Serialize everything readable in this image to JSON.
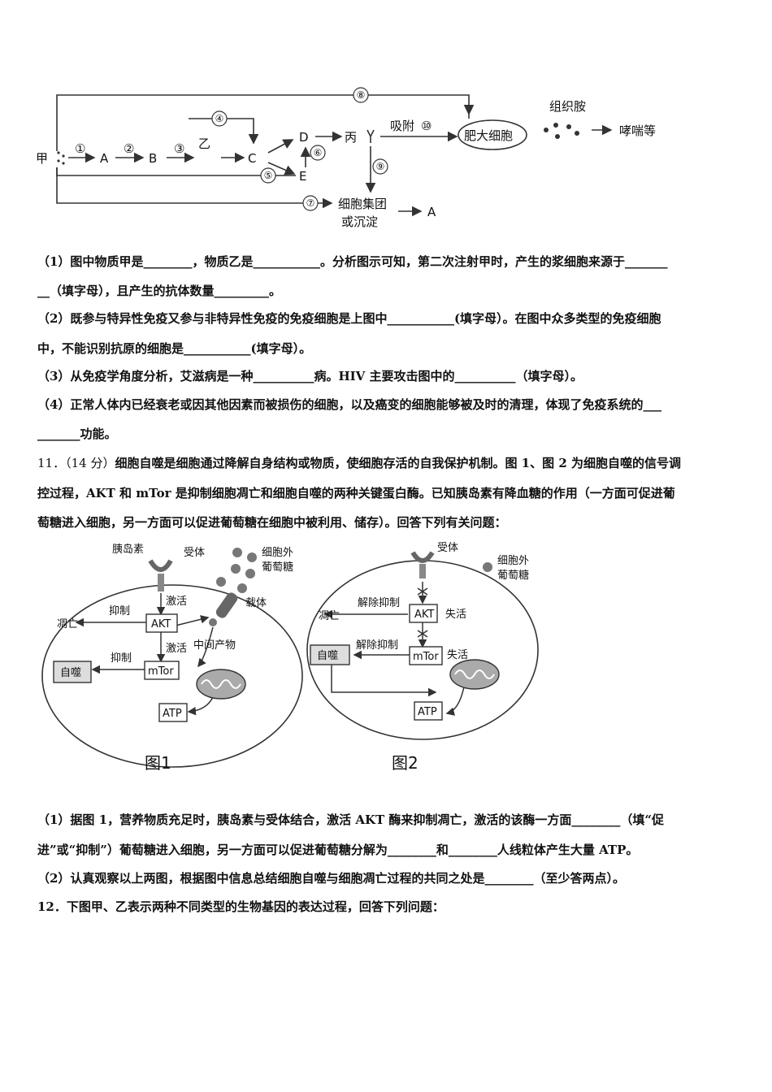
{
  "diagram1": {
    "jia": "甲",
    "A": "A",
    "B": "B",
    "C": "C",
    "D": "D",
    "E": "E",
    "yi": "乙",
    "bing": "丙",
    "circ1": "①",
    "circ2": "②",
    "circ3": "③",
    "circ4": "④",
    "circ5": "⑤",
    "circ6": "⑥",
    "circ7": "⑦",
    "circ8": "⑧",
    "circ9": "⑨",
    "circ10": "⑩",
    "xifu": "吸附",
    "mast_cell": "肥大细胞",
    "histamine": "组织胺",
    "asthma": "哮喘等",
    "cluster1": "细胞集团",
    "cluster2": "或沉淀",
    "A_out": "A"
  },
  "q10": {
    "p1a": "（1）图中物质甲是________，物质乙是___________。分析图示可知，第二次注射甲时，产生的浆细胞来源于_______",
    "p1b": "__（填字母），且产生的抗体数量_________。",
    "p2a": "（2）既参与特异性免疫又参与非特异性免疫的免疫细胞是上图中___________(填字母）。在图中众多类型的免疫细胞",
    "p2b": "中，不能识别抗原的细胞是___________(填字母）。",
    "p3": "（3）从免疫学角度分析，艾滋病是一种__________病。HIV 主要攻击图中的__________（填字母）。",
    "p4a": "（4）正常人体内已经衰老或因其他因素而被损伤的细胞，以及癌变的细胞能够被及时的清理，体现了免疫系统的___",
    "p4b": "_______功能。"
  },
  "q11": {
    "num": "11．（14 分）",
    "l1": "细胞自噬是细胞通过降解自身结构或物质，使细胞存活的自我保护机制。图 1、图 2 为细胞自噬的信号调",
    "l2": "控过程，AKT 和 mTor 是抑制细胞凋亡和细胞自噬的两种关键蛋白酶。已知胰岛素有降血糖的作用（一方面可促进葡",
    "l3": "萄糖进入细胞，另一方面可以促进葡萄糖在细胞中被利用、储存）。回答下列有关问题："
  },
  "fig1": {
    "insulin": "胰岛素",
    "receptor": "受体",
    "ext1": "细胞外",
    "ext2": "葡萄糖",
    "activate1": "激活",
    "carrier": "载体",
    "inhibit1": "抑制",
    "apoptosis": "凋亡",
    "akt": "AKT",
    "inhibit2": "抑制",
    "activate2": "激活",
    "intermediate": "中间产物",
    "autophagy": "自噬",
    "mtor": "mTor",
    "atp": "ATP",
    "caption": "图1"
  },
  "fig2": {
    "receptor": "受体",
    "ext1": "细胞外",
    "ext2": "葡萄糖",
    "release1": "解除抑制",
    "apoptosis": "凋亡",
    "akt": "AKT",
    "lose1": "失活",
    "release2": "解除抑制",
    "autophagy": "自噬",
    "mtor": "mTor",
    "lose2": "失活",
    "atp": "ATP",
    "caption": "图2"
  },
  "q11sub": {
    "p1a": "（1）据图 1，营养物质充足时，胰岛素与受体结合，激活 AKT 酶来抑制凋亡，激活的该酶一方面________（填“促",
    "p1b": "进”或“抑制”）葡萄糖进入细胞，另一方面可以促进葡萄糖分解为________和________人线粒体产生大量 ATP。",
    "p2": "（2）认真观察以上两图，根据图中信息总结细胞自噬与细胞凋亡过程的共同之处是________（至少答两点）。"
  },
  "q12": {
    "text": "12．下图甲、乙表示两种不同类型的生物基因的表达过程，回答下列问题："
  }
}
